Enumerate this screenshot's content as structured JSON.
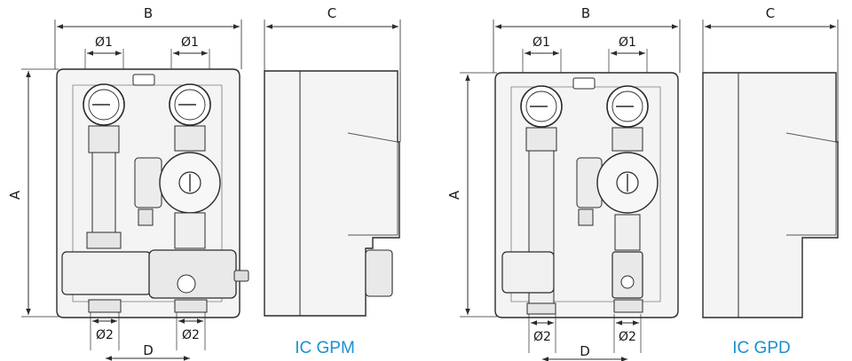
{
  "colors": {
    "caption": "#1a8fd1",
    "line": "#2b2b2b",
    "body_fill": "#f3f3f3"
  },
  "left": {
    "caption": "IC GPM",
    "labels": {
      "width": "B",
      "depth": "C",
      "height": "A",
      "pipe_top_1": "Ø1",
      "pipe_top_2": "Ø1",
      "pipe_bottom_1": "Ø2",
      "pipe_bottom_2": "Ø2",
      "spacing": "D"
    }
  },
  "right": {
    "caption": "IC GPD",
    "labels": {
      "width": "B",
      "depth": "C",
      "height": "A",
      "pipe_top_1": "Ø1",
      "pipe_top_2": "Ø1",
      "pipe_bottom_1": "Ø2",
      "pipe_bottom_2": "Ø2",
      "spacing": "D"
    }
  }
}
